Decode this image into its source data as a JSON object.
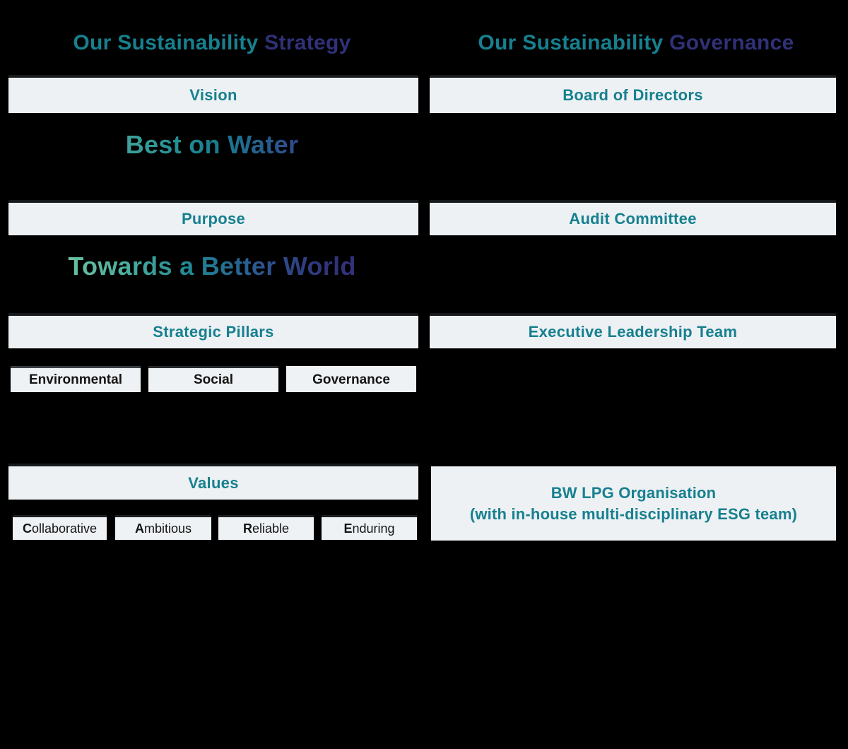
{
  "colors": {
    "teal": "#17808F",
    "indigo": "#303178",
    "green": "#8FD0A6",
    "box_fill": "#EDF1F4",
    "box_top_border": "#17191B",
    "background": "#000000"
  },
  "strategy": {
    "title_teal": "Our Sustainability ",
    "title_indigo": "Strategy",
    "vision_header": "Vision",
    "vision_slogan": "Best on Water",
    "purpose_header": "Purpose",
    "purpose_slogan": "Towards a Better World",
    "pillars_header": "Strategic Pillars",
    "pillars": [
      "Environmental",
      "Social",
      "Governance"
    ],
    "values_header": "Values",
    "values": [
      {
        "lead": "C",
        "rest": "ollaborative"
      },
      {
        "lead": "A",
        "rest": "mbitious"
      },
      {
        "lead": "R",
        "rest": "eliable"
      },
      {
        "lead": "E",
        "rest": "nduring"
      }
    ]
  },
  "governance": {
    "title_teal": "Our Sustainability ",
    "title_indigo": "Governance",
    "board_header": "Board of Directors",
    "audit_header": "Audit Committee",
    "elt_header": "Executive Leadership Team",
    "org_line1": "BW LPG Organisation",
    "org_line2": "(with in-house multi-disciplinary ESG team)"
  }
}
